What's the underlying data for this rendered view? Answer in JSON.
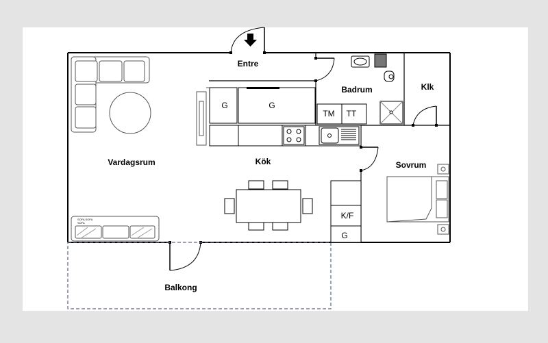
{
  "rooms": {
    "entre": "Entre",
    "badrum": "Badrum",
    "klk": "Klk",
    "vardagsrum": "Vardagsrum",
    "kok": "Kök",
    "sovrum": "Sovrum",
    "balkong": "Balkong"
  },
  "appliances": {
    "g1": "G",
    "g2": "G",
    "tm": "TM",
    "tt": "TT",
    "kf": "K/F",
    "g3": "G"
  },
  "sofa_text": {
    "line1": "SOFA SOFA",
    "line2": "SOFA"
  },
  "icons": {
    "entrance": "down-arrow-icon"
  },
  "colors": {
    "page_bg": "#e4e4e4",
    "plan_bg": "#ffffff",
    "wall": "#000000",
    "furniture": "#555555",
    "balcony_dash": "#5a6a80"
  }
}
